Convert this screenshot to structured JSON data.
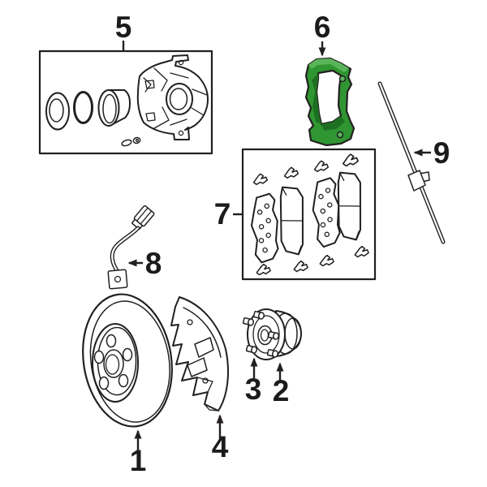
{
  "colors": {
    "background": "#ffffff",
    "line": "#231f20",
    "highlight_green": "#2f9632",
    "highlight_green_dark": "#1d7021",
    "highlight_green_light": "#5ab55a"
  },
  "highlighted_callout": "6",
  "callouts": {
    "c1": "1",
    "c2": "2",
    "c3": "3",
    "c4": "4",
    "c5": "5",
    "c6": "6",
    "c7": "7",
    "c8": "8",
    "c9": "9"
  }
}
